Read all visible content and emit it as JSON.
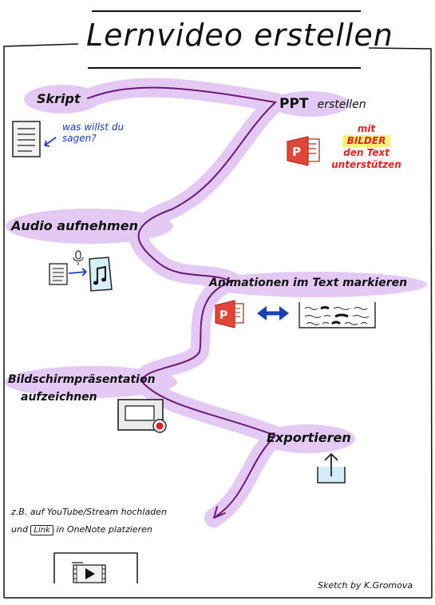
{
  "title": "Lernvideo erstellen",
  "steps": {
    "skript": "Skript",
    "ppt": "PPT",
    "ppt_suffix": "erstellen",
    "audio": "Audio aufnehmen",
    "animationen": "Animationen im Text markieren",
    "bildschirm_line1": "Bildschirmpräsentation",
    "bildschirm_line2": "aufzeichnen",
    "exportieren": "Exportieren"
  },
  "notes": {
    "skript_question": "was willst du sagen?",
    "ppt_mit": "mit",
    "ppt_bilder": "BILDER",
    "ppt_den_text": "den Text",
    "ppt_unterstuetzen": "unterstützen",
    "upload_line1": "z.B. auf YouTube/Stream hochladen",
    "upload_line2_pre": "und",
    "upload_link": "Link",
    "upload_line2_post": "in OneNote platzieren"
  },
  "credit": "Sketch by K.Gromova",
  "colors": {
    "highlight": "#e4c9f4",
    "line": "#6a1a78",
    "blue": "#1a3fb8",
    "red": "#e42222",
    "yellow": "#fff27a",
    "ppt_red": "#e0473a",
    "ppt_dark": "#b52f23",
    "music_blue": "#d8eefb",
    "share_blue": "#d4ecf8"
  },
  "icons": [
    "document-icon",
    "powerpoint-icon",
    "microphone-icon",
    "music-file-icon",
    "double-arrow-icon",
    "marked-text-icon",
    "screen-record-icon",
    "share-export-icon",
    "video-player-icon"
  ]
}
